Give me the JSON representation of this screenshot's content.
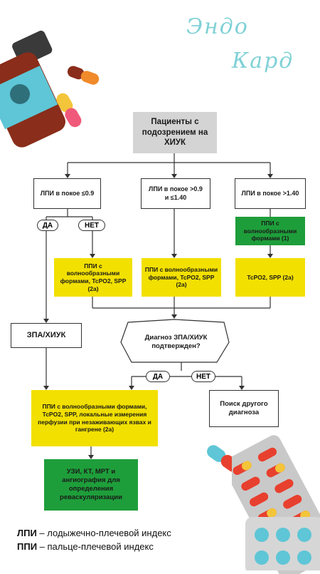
{
  "brand": {
    "line1": "Эндо",
    "line2": "Кард"
  },
  "flowchart": {
    "start": "Пациенты с подозрением на ХИУК",
    "branch_left": "ЛПИ в покое ≤0.9",
    "branch_mid_1": "ЛПИ в покое >0.9",
    "branch_mid_2": "и   ≤1.40",
    "branch_right": "ЛПИ в покое >1.40",
    "yes": "ДА",
    "no": "НЕТ",
    "right_green": "ППИ с волнообразными формами (1)",
    "yellow_left": "ППИ с волнообразными формами, TcPO2, SPP (2a)",
    "yellow_mid": "ППИ с волнообразными формами, TcPO2, SPP (2a)",
    "yellow_right": "TcPO2, SPP (2a)",
    "zpa": "ЗПА/ХИУК",
    "diagnosis": "Диагноз ЗПА/ХИУК подтвержден?",
    "yes2": "ДА",
    "no2": "НЕТ",
    "other_diag": "Поиск другого диагноза",
    "bottom_yellow": "ППИ с волнообразными формами, TcPO2, SPP, локальные измерения перфузии при незаживающих язвах и гангрене (2a)",
    "bottom_green": "УЗИ, КТ, МРТ и ангиография для определения реваскуляризации"
  },
  "legend": {
    "lpi_term": "ЛПИ",
    "lpi_def": " – лодыжечно-плечевой индекс",
    "ppi_term": "ППИ",
    "ppi_def": " – пальце-плечевой индекс"
  },
  "colors": {
    "yellow": "#f2e000",
    "green": "#1e9e3a",
    "gray": "#d4d4d4",
    "brand": "#7fd1d6"
  },
  "decor_icons": [
    "medicine-bottle-icon",
    "capsule-icon",
    "blister-pack-icon"
  ]
}
